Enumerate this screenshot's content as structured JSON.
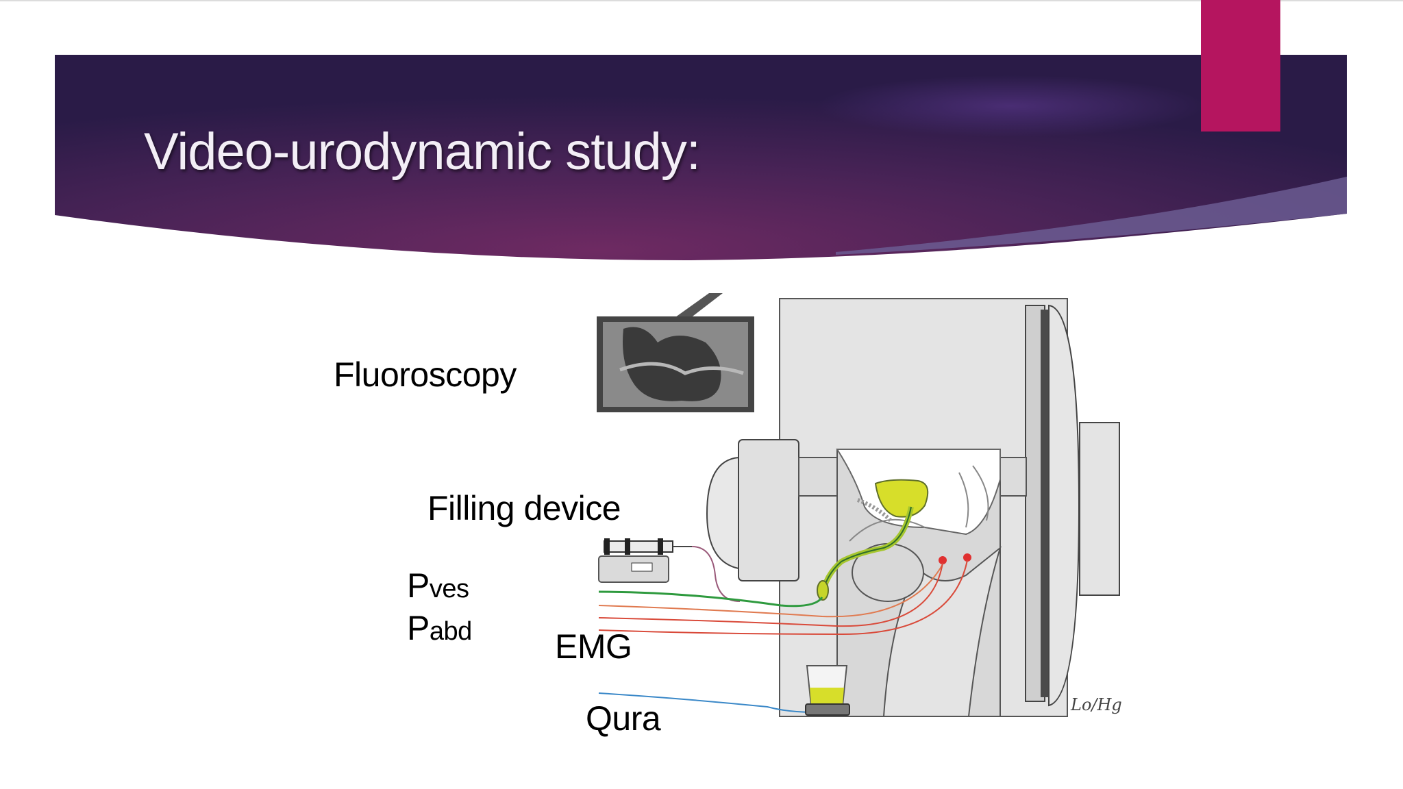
{
  "slide": {
    "title": "Video-urodynamic study:"
  },
  "labels": {
    "fluoroscopy": "Fluoroscopy",
    "filling_device": "Filling device",
    "pves_main": "P",
    "pves_sub": "ves",
    "pabd_main": "P",
    "pabd_sub": "abd",
    "emg": "EMG",
    "qura": "Qura"
  },
  "signature": "Lo/Hg",
  "colors": {
    "banner_dark": "#2b1c4a",
    "banner_mid": "#6b2a5e",
    "accent_tab": "#b5155f",
    "pves_line": "#2e9a3e",
    "pabd_line": "#e07a50",
    "emg_line": "#d94a3a",
    "qura_line": "#3a88c8",
    "bladder_fill": "#d7de2a"
  }
}
